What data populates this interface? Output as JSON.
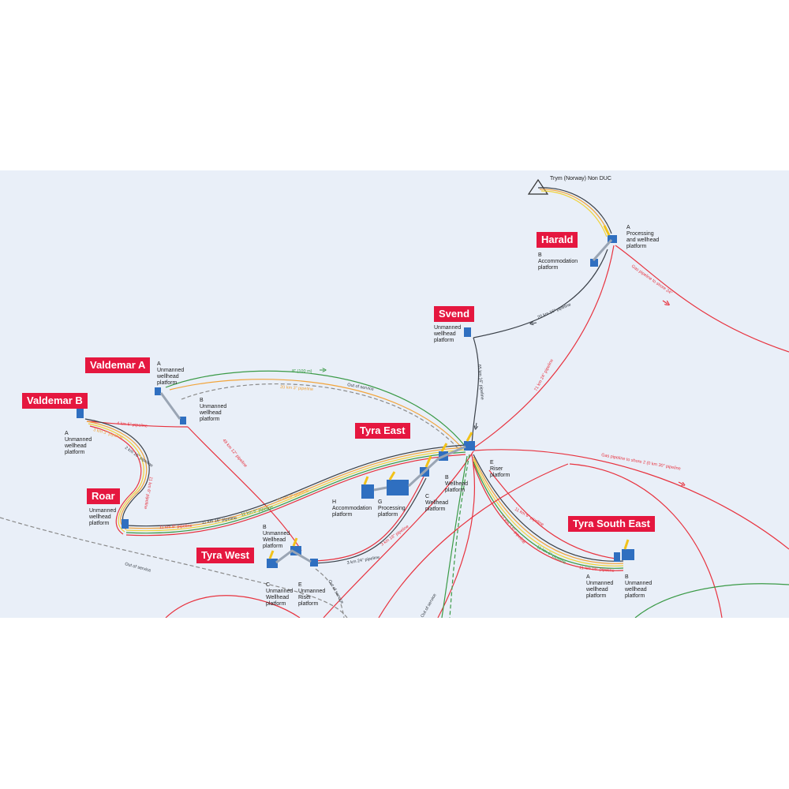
{
  "fields": {
    "harald": "Harald",
    "svend": "Svend",
    "valdemar_a": "Valdemar A",
    "valdemar_b": "Valdemar B",
    "roar": "Roar",
    "tyra_east": "Tyra East",
    "tyra_west": "Tyra West",
    "tyra_south_east": "Tyra South East"
  },
  "platforms": {
    "trym": "Trym (Norway) Non DUC",
    "harald_a": "A\nProcessing\nand wellhead\nplatform",
    "harald_b": "B\nAccommodation\nplatform",
    "svend": "Unmanned\nwellhead\nplatform",
    "valdemar_a_a": "A\nUnmanned\nwellhead\nplatform",
    "valdemar_a_b": "B\nUnmanned\nwellhead\nplatform",
    "valdemar_b_a": "A\nUnmanned\nwellhead\nplatform",
    "roar": "Unmanned\nwellhead\nplatform",
    "tyra_east_e": "E\nRiser\nplatform",
    "tyra_east_b": "B\nWellhead\nplatform",
    "tyra_east_c": "C\nWellhead\nplatform",
    "tyra_east_h": "H\nAccommodation\nplatform",
    "tyra_east_g": "G\nProcessing\nplatform",
    "tyra_west_b": "B\nUnmanned\nWellhead\nplatform",
    "tyra_west_c": "C\nUnmanned\nWellhead\nplatform",
    "tyra_west_e": "E\nUnmanned\nRiser\nplatform",
    "tse_a": "A\nUnmanned\nwellhead\nplatform",
    "tse_b": "B\nUnmanned\nwellhead\nplatform"
  },
  "pipelines": {
    "harald_shore": "Gas pipeline to shore 24\"",
    "harald_tyra_east": "20 km 16\" pipeline",
    "harald_red": "71 km 24\" pipeline",
    "svend_tyra": "65 km 16\" pipeline",
    "valdemar_green": "8\" (100 m)",
    "valdemar_orange": "20 km 3\" pipeline",
    "out_of_service_top": "Out of service",
    "valdemar_ab": "4 km 6\" pipeline",
    "valdemar_b_roar_1": "3 km 3\" pipeline",
    "valdemar_b_roar_2": "2 km 16\" pipeline",
    "valdemar_b_roar_3": "11 km 6\" pipeline",
    "tyra_shore": "Gas pipeline to shore 2 (0 km 30\" pipeline",
    "valdemar_tyra_west": "49 km 12\" pipeline",
    "roar_1": "11 km 8\" pipeline",
    "roar_2": "11 km 16\" pipeline",
    "roar_3": "11 km 8\" pipeline",
    "roar_4": "11 km 3\" pipeline",
    "tyra_west_east_1": "3 km 24\" pipeline",
    "tyra_west_east_2": "3 km 16\" pipeline",
    "tse_1": "11 km 6\" pipeline",
    "tse_2": "11 km 3.5\" pipeline",
    "tse_3": "11 km 6\" pipeline",
    "tse_4": "11 km 16\" pipeline",
    "out_of_service_left": "Out of service",
    "out_of_service_bottom": "Out of service",
    "out_of_service_bottom2": "Out of service"
  },
  "colors": {
    "background": "#e9eff8",
    "field_label": "#e5173f",
    "gas_red": "#e8333f",
    "oil_dark": "#3a4048",
    "green": "#3a9a46",
    "orange": "#f2a43a",
    "yellow": "#f0d33a",
    "dashed_grey": "#8a8a8a",
    "platform_blue": "#2f6fc0",
    "crane_yellow": "#f2c21a"
  }
}
